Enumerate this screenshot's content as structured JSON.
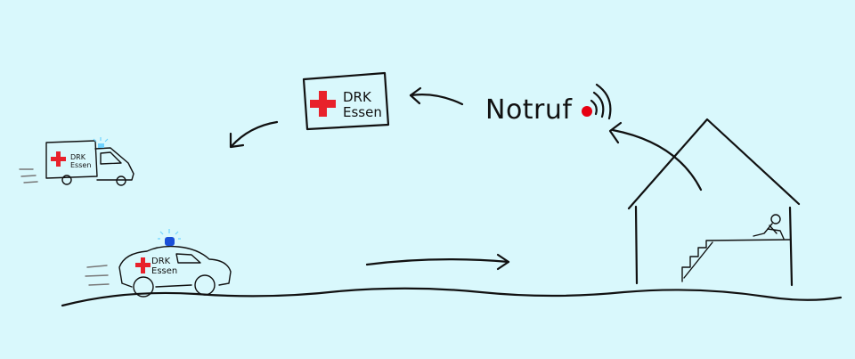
{
  "sign": {
    "line1": "DRK",
    "line2": "Essen"
  },
  "emergency": {
    "label": "Notruf"
  },
  "ambulance": {
    "line1": "DRK",
    "line2": "Essen"
  },
  "patrol_car": {
    "line1": "DRK",
    "line2": "Essen"
  },
  "colors": {
    "background": "#d9f8fc",
    "cross": "#e8212b",
    "alarm": "#e60012",
    "siren": "#1a4fd8",
    "siren_light": "#6fd3ff"
  }
}
